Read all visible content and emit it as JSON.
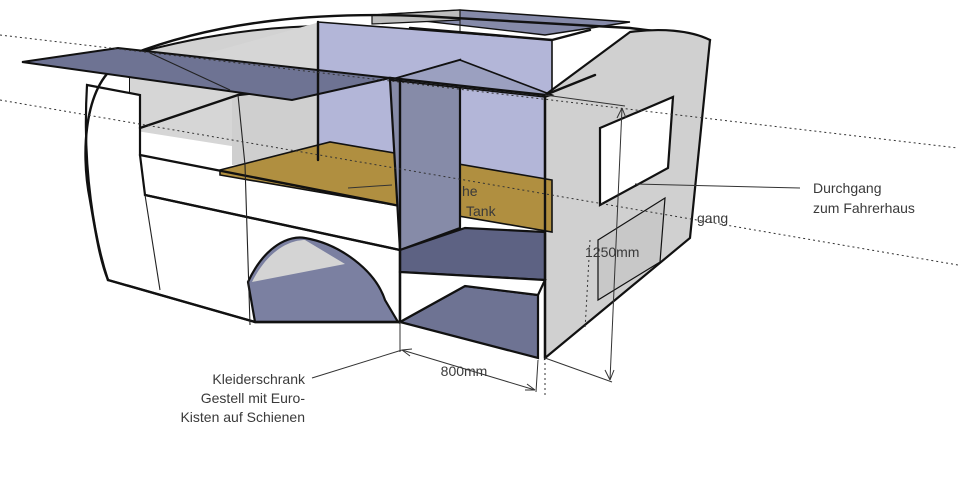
{
  "labels": {
    "durchgang_line1": "Durchgang",
    "durchgang_line2": "zum Fahrerhaus",
    "partial_gang": "gang",
    "partial_he": "he",
    "tank": "Tank",
    "height_dim": "1250mm",
    "width_dim": "800mm",
    "wardrobe_line1": "Kleiderschrank",
    "wardrobe_line2": "Gestell mit Euro-",
    "wardrobe_line3": "Kisten auf Schienen"
  },
  "colors": {
    "background": "#ffffff",
    "white_face": "#ffffff",
    "light_gray_face": "#d4d4d4",
    "mid_gray_face": "#c8c8c8",
    "lavender_face": "#b3b6d8",
    "slate_face": "#6e7393",
    "dark_slate_face": "#5d6283",
    "steel_face": "#868ba8",
    "floor_olive": "#b08f40",
    "edge": "#111111"
  }
}
